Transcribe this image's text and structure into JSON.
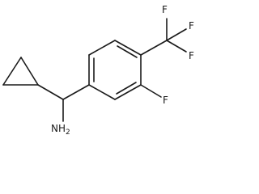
{
  "molecule": {
    "labels": {
      "cf3_f_top": "F",
      "cf3_f_right_upper": "F",
      "cf3_f_right_lower": "F",
      "ring_f": "F",
      "amine_n": "NH",
      "amine_sub": "2"
    }
  }
}
